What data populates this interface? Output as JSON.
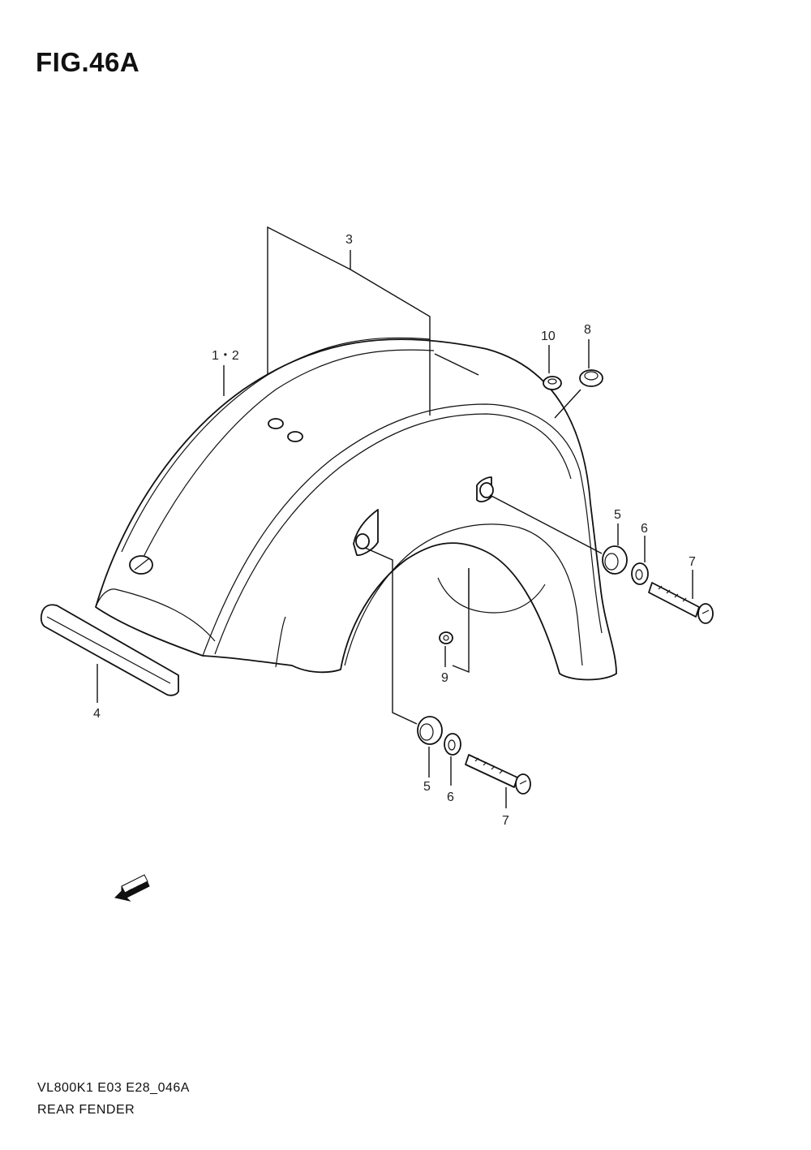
{
  "figure": {
    "title": "FIG.46A",
    "code": "VL800K1 E03 E28_046A",
    "name": "REAR FENDER"
  },
  "fwd_badge": "FWD",
  "callouts": {
    "c1_2": "1・2",
    "c3": "3",
    "c4": "4",
    "c5_upper": "5",
    "c5_lower": "5",
    "c6_upper": "6",
    "c6_lower": "6",
    "c7_upper": "7",
    "c7_lower": "7",
    "c8": "8",
    "c9": "9",
    "c10": "10"
  }
}
